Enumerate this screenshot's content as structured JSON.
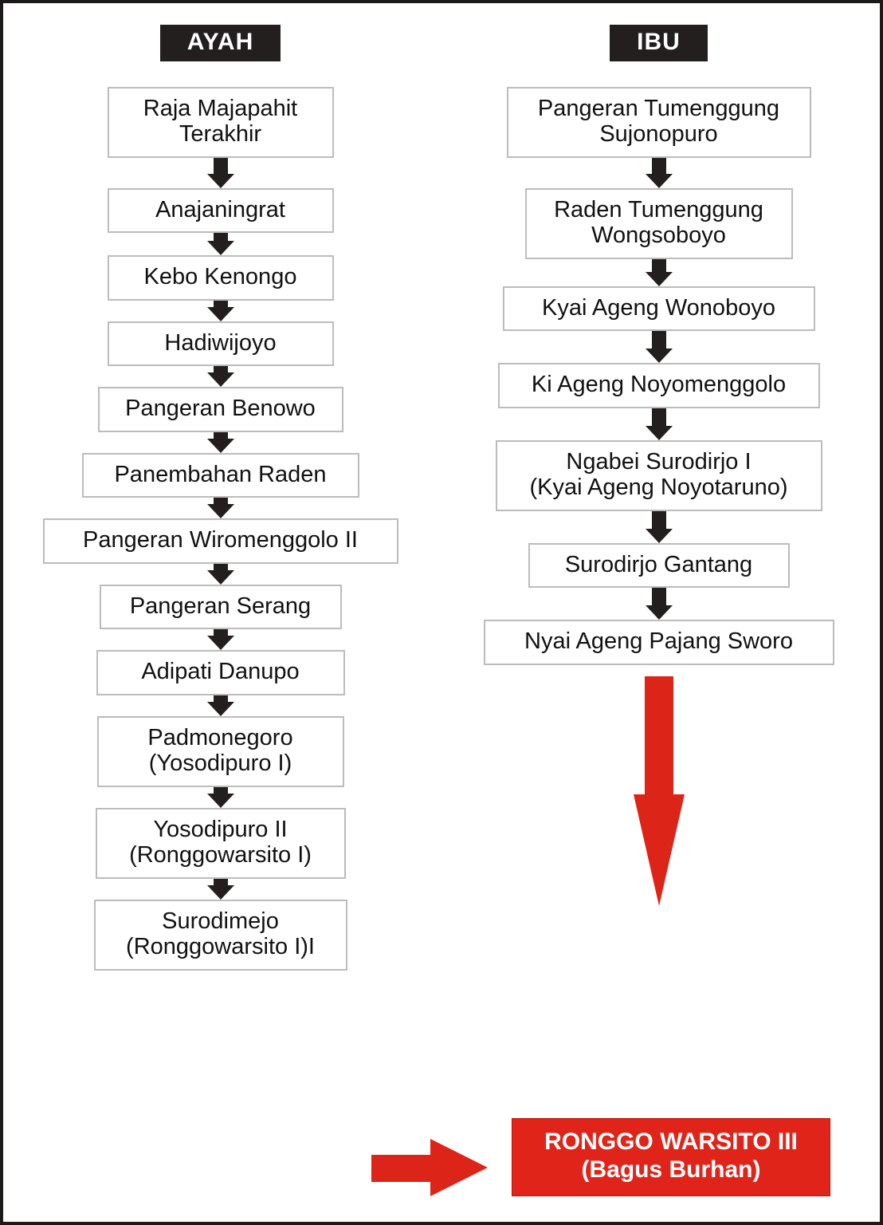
{
  "diagram": {
    "title_left": "AYAH",
    "title_right": "IBU",
    "colors": {
      "accent_red": "#dc2418",
      "result_red": "#e0241a",
      "header_black": "#231f1e",
      "box_border": "#bcbcbc",
      "page_border": "#1c1a19"
    }
  },
  "columns": {
    "father": {
      "header": "AYAH",
      "nodes": [
        {
          "label": "Raja Majapahit\nTerakhir"
        },
        {
          "label": "Anajaningrat"
        },
        {
          "label": "Kebo Kenongo"
        },
        {
          "label": "Hadiwijoyo"
        },
        {
          "label": "Pangeran Benowo"
        },
        {
          "label": "Panembahan Raden"
        },
        {
          "label": "Pangeran Wiromenggolo II"
        },
        {
          "label": "Pangeran Serang"
        },
        {
          "label": "Adipati Danupo"
        },
        {
          "label": "Padmonegoro\n(Yosodipuro I)"
        },
        {
          "label": "Yosodipuro II\n(Ronggowarsito I)"
        },
        {
          "label": "Surodimejo\n(Ronggowarsito I)I"
        }
      ]
    },
    "mother": {
      "header": "IBU",
      "nodes": [
        {
          "label": "Pangeran Tumenggung\nSujonopuro"
        },
        {
          "label": "Raden Tumenggung\nWongsoboyo"
        },
        {
          "label": "Kyai Ageng Wonoboyo"
        },
        {
          "label": "Ki Ageng Noyomenggolo"
        },
        {
          "label": "Ngabei Surodirjo I\n(Kyai Ageng Noyotaruno)"
        },
        {
          "label": "Surodirjo Gantang"
        },
        {
          "label": "Nyai Ageng Pajang Sworo"
        }
      ]
    }
  },
  "result": {
    "label": "RONGGO WARSITO III\n(Bagus Burhan)"
  }
}
